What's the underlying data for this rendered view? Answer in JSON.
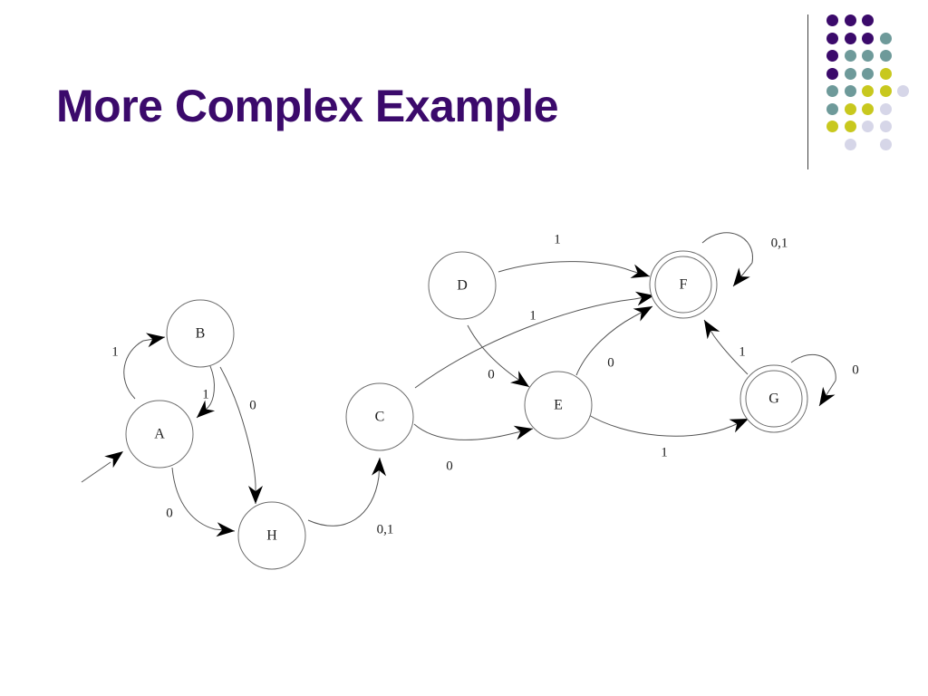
{
  "slide": {
    "title": "More Complex Example",
    "colors": {
      "title": "#3b0a6b",
      "purple": "#3b0a6b",
      "teal": "#6e9a9a",
      "yellow": "#c8c81e",
      "lavender": "#d6d6e8"
    }
  },
  "decor": {
    "dot_grid": [
      [
        "purple",
        "purple",
        "purple",
        null,
        null
      ],
      [
        "purple",
        "purple",
        "purple",
        "teal",
        null
      ],
      [
        "purple",
        "teal",
        "teal",
        "teal",
        null
      ],
      [
        "purple",
        "teal",
        "teal",
        "yellow",
        null
      ],
      [
        "teal",
        "teal",
        "yellow",
        "yellow",
        "lavender"
      ],
      [
        "teal",
        "yellow",
        "yellow",
        "lavender",
        null
      ],
      [
        "yellow",
        "yellow",
        "lavender",
        "lavender",
        null
      ],
      [
        null,
        "lavender",
        null,
        "lavender",
        null
      ]
    ]
  },
  "diagram": {
    "states": [
      {
        "id": "A",
        "label": "A",
        "accepting": false
      },
      {
        "id": "B",
        "label": "B",
        "accepting": false
      },
      {
        "id": "H",
        "label": "H",
        "accepting": false
      },
      {
        "id": "C",
        "label": "C",
        "accepting": false
      },
      {
        "id": "D",
        "label": "D",
        "accepting": false
      },
      {
        "id": "E",
        "label": "E",
        "accepting": false
      },
      {
        "id": "F",
        "label": "F",
        "accepting": true
      },
      {
        "id": "G",
        "label": "G",
        "accepting": true
      }
    ],
    "start_state": "A",
    "transitions": [
      {
        "id": "A-B",
        "from": "A",
        "to": "B",
        "label": "1"
      },
      {
        "id": "B-A",
        "from": "B",
        "to": "A",
        "label": "1"
      },
      {
        "id": "B-H",
        "from": "B",
        "to": "H",
        "label": "0"
      },
      {
        "id": "A-H",
        "from": "A",
        "to": "H",
        "label": "0"
      },
      {
        "id": "H-C",
        "from": "H",
        "to": "C",
        "label": "0,1"
      },
      {
        "id": "C-F",
        "from": "C",
        "to": "F",
        "label": "1"
      },
      {
        "id": "C-E",
        "from": "C",
        "to": "E",
        "label": "0"
      },
      {
        "id": "D-F",
        "from": "D",
        "to": "F",
        "label": "1"
      },
      {
        "id": "D-E",
        "from": "D",
        "to": "E",
        "label": "0"
      },
      {
        "id": "E-F",
        "from": "E",
        "to": "F",
        "label": "0"
      },
      {
        "id": "E-G",
        "from": "E",
        "to": "G",
        "label": "1"
      },
      {
        "id": "G-F",
        "from": "G",
        "to": "F",
        "label": "1"
      },
      {
        "id": "F-F",
        "from": "F",
        "to": "F",
        "label": "0,1"
      },
      {
        "id": "G-G",
        "from": "G",
        "to": "G",
        "label": "0"
      }
    ]
  }
}
